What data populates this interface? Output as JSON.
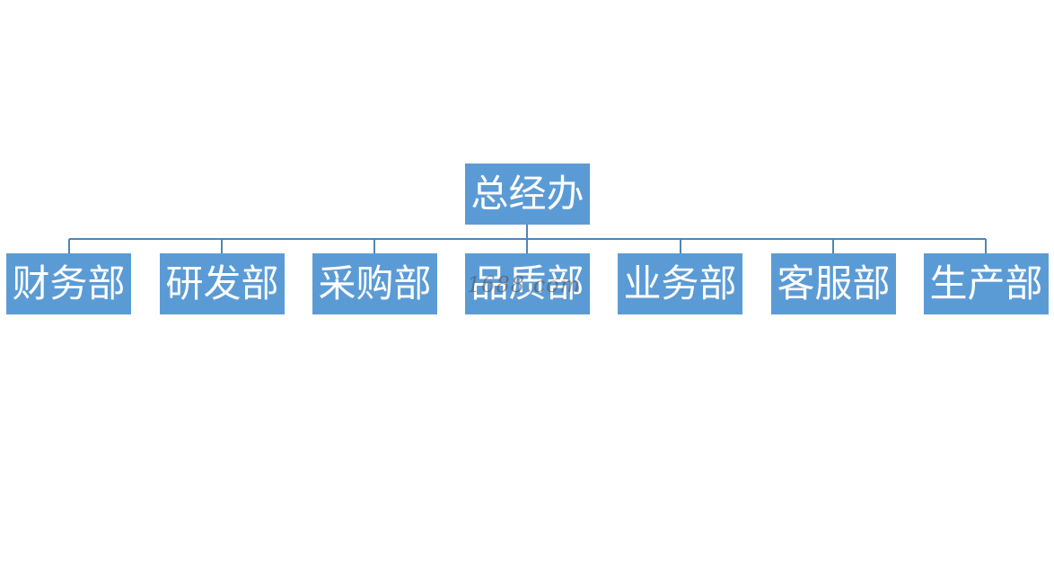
{
  "diagram": {
    "root": {
      "label": "总经办"
    },
    "departments": [
      {
        "label": "财务部"
      },
      {
        "label": "研发部"
      },
      {
        "label": "采购部"
      },
      {
        "label": "品质部"
      },
      {
        "label": "业务部"
      },
      {
        "label": "客服部"
      },
      {
        "label": "生产部"
      }
    ],
    "connector_color": "#4f86b8",
    "box_color": "#5b9bd5",
    "watermark": "1688.com"
  }
}
